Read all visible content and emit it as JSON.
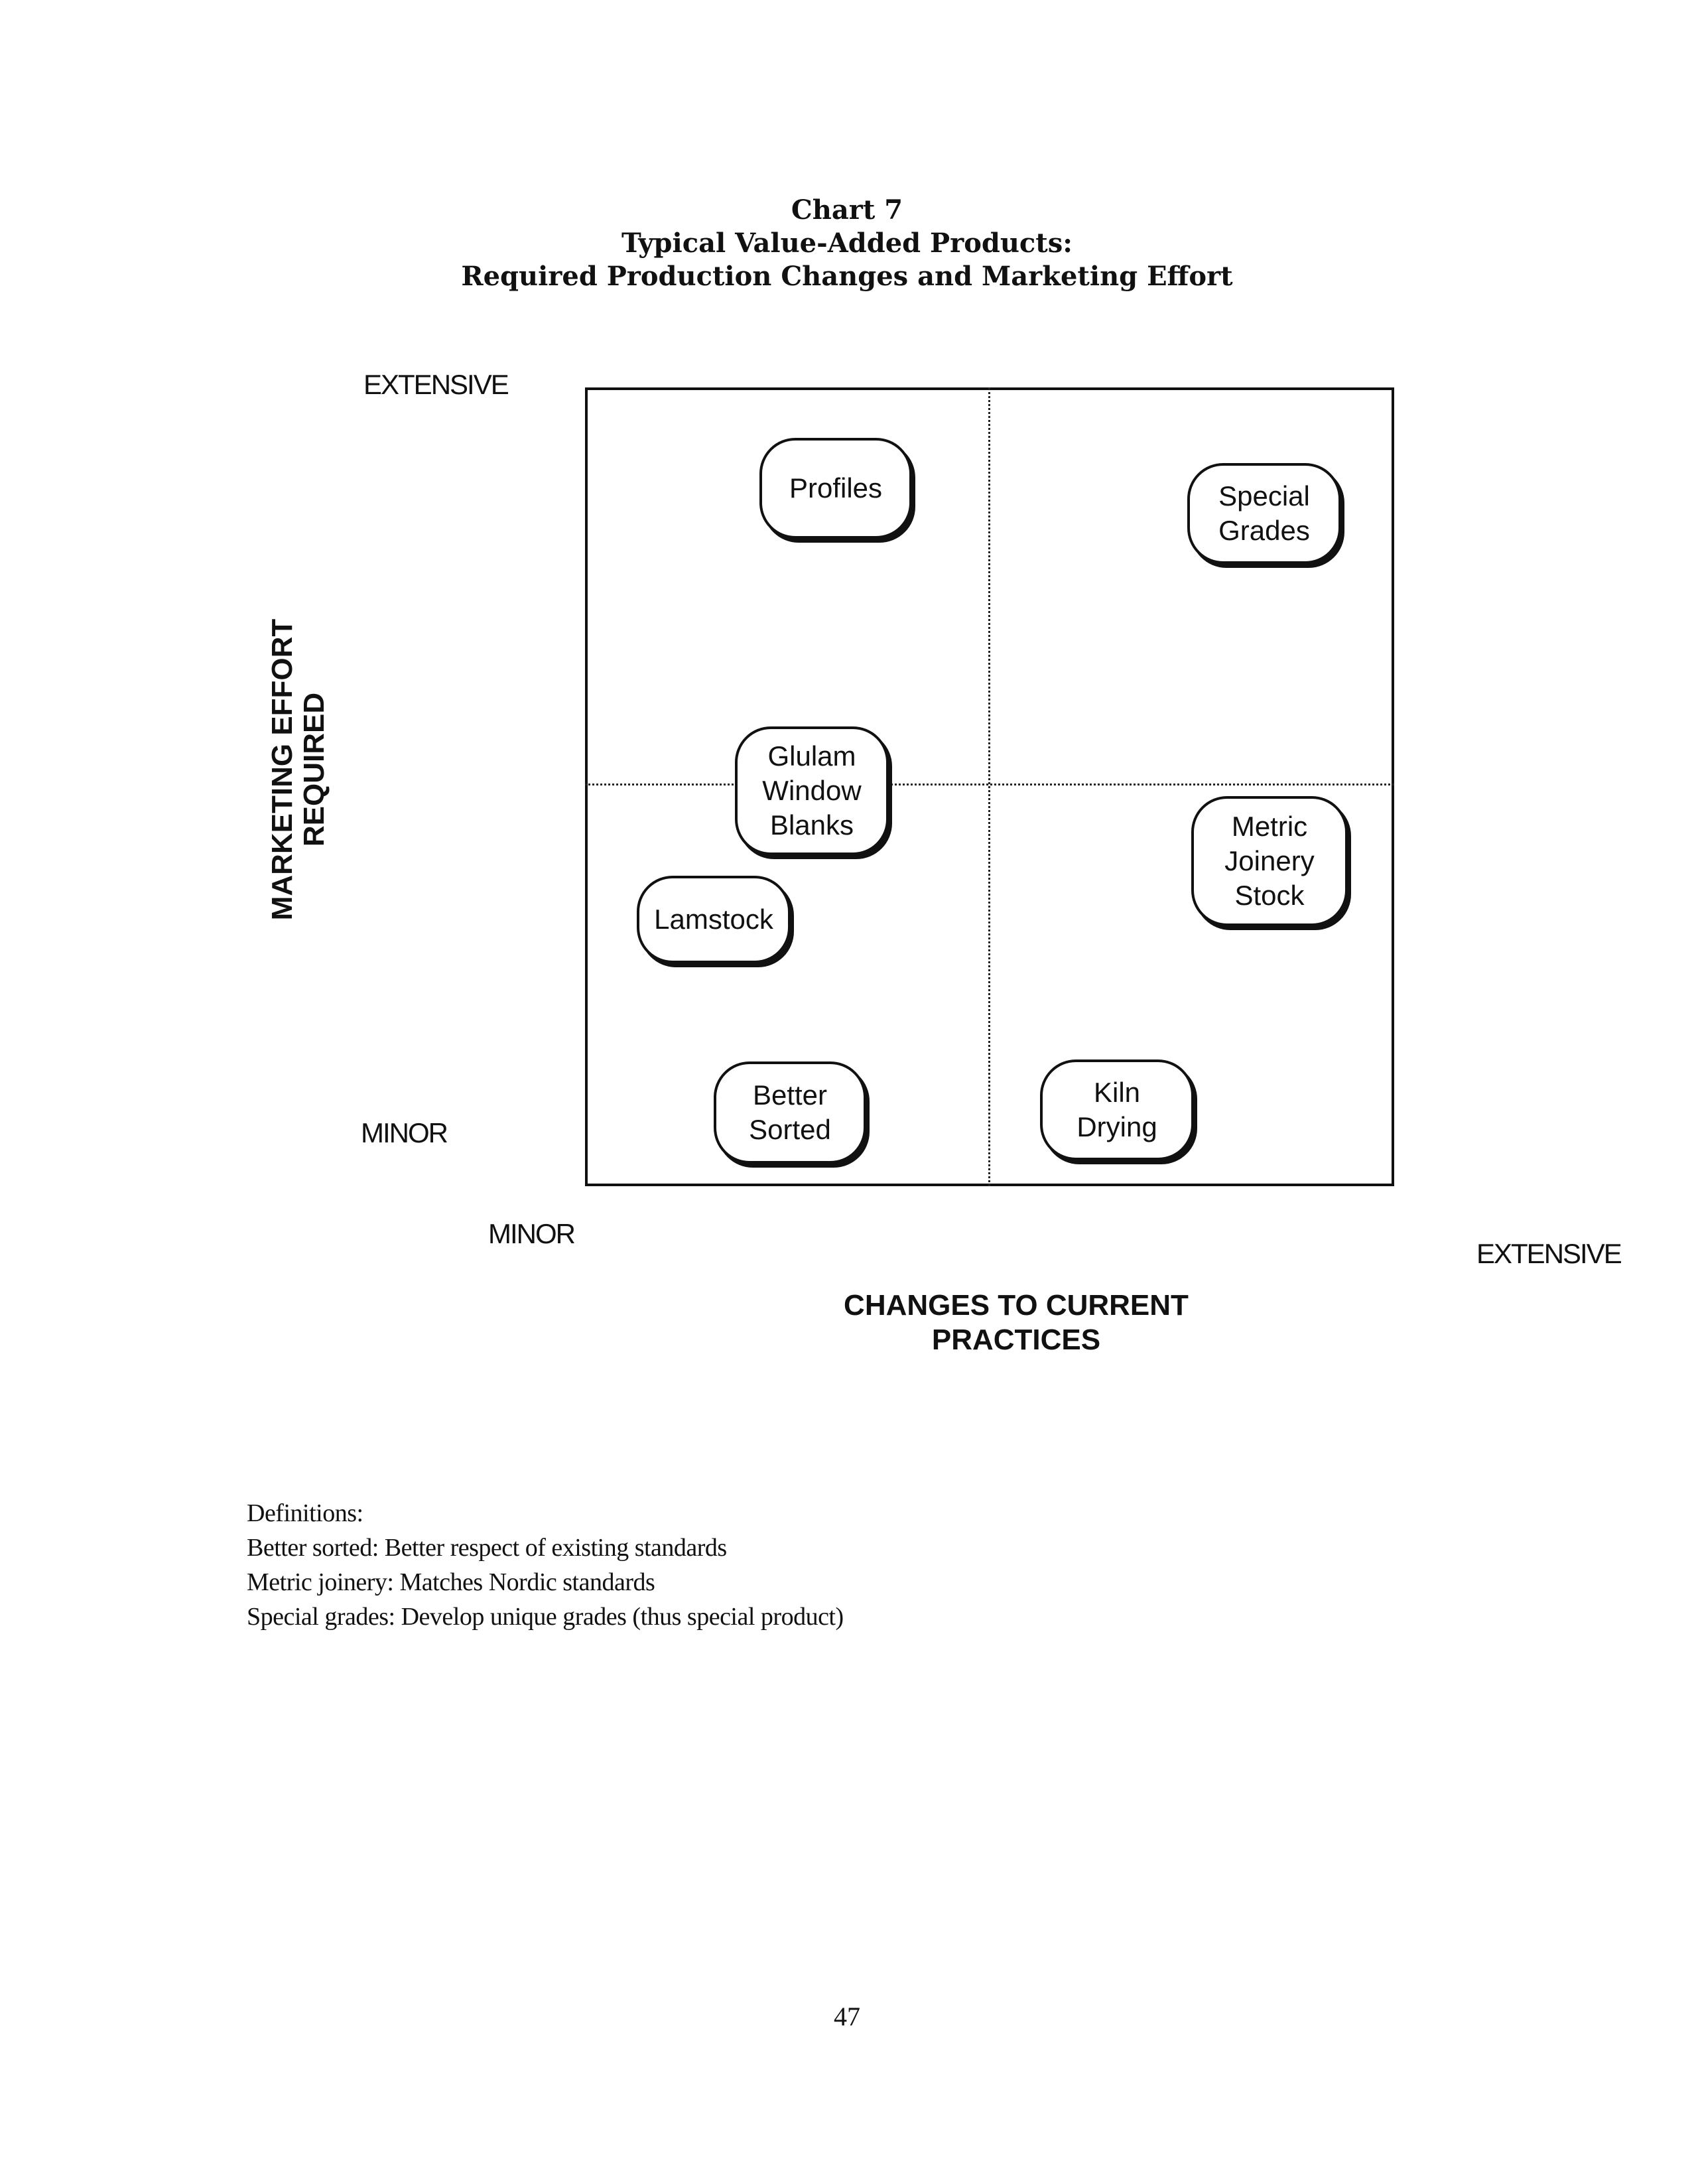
{
  "title": {
    "line1": "Chart 7",
    "line2": "Typical Value-Added Products:",
    "line3": "Required Production Changes and Marketing Effort"
  },
  "y_axis": {
    "title_line1": "MARKETING EFFORT",
    "title_line2": "REQUIRED",
    "top_label": "EXTENSIVE",
    "bottom_label": "MINOR"
  },
  "x_axis": {
    "title_line1": "CHANGES TO CURRENT",
    "title_line2": "PRACTICES",
    "left_label": "MINOR",
    "right_label": "EXTENSIVE"
  },
  "products": {
    "profiles": "Profiles",
    "special_grades": "Special\nGrades",
    "glulam": "Glulam\nWindow\nBlanks",
    "metric_joinery": "Metric\nJoinery\nStock",
    "lamstock": "Lamstock",
    "better_sorted": "Better\nSorted",
    "kiln_drying": "Kiln\nDrying"
  },
  "definitions": {
    "heading": "Definitions:",
    "items": [
      "Better sorted:  Better respect of existing standards",
      "Metric joinery: Matches Nordic standards",
      "Special grades: Develop unique grades (thus special product)"
    ]
  },
  "page_number": "47"
}
